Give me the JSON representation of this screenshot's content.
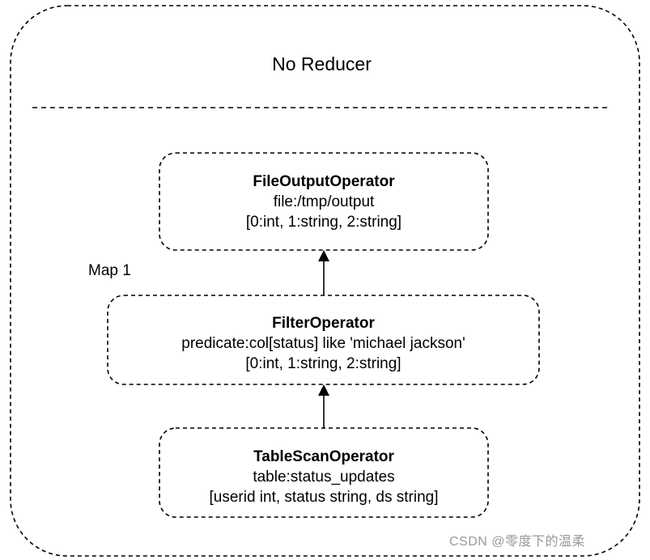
{
  "section_title": "No Reducer",
  "map_label": "Map 1",
  "operators": [
    {
      "id": "file-output",
      "name": "FileOutputOperator",
      "detail": "file:/tmp/output",
      "schema": "[0:int, 1:string, 2:string]"
    },
    {
      "id": "filter",
      "name": "FilterOperator",
      "detail": "predicate:col[status] like 'michael jackson'",
      "schema": "[0:int, 1:string, 2:string]"
    },
    {
      "id": "table-scan",
      "name": "TableScanOperator",
      "detail": "table:status_updates",
      "schema": "[userid int, status string, ds string]"
    }
  ],
  "watermark": "CSDN @零度下的温柔",
  "colors": {
    "stroke": "#000000",
    "watermark": "#9a9a9a"
  }
}
